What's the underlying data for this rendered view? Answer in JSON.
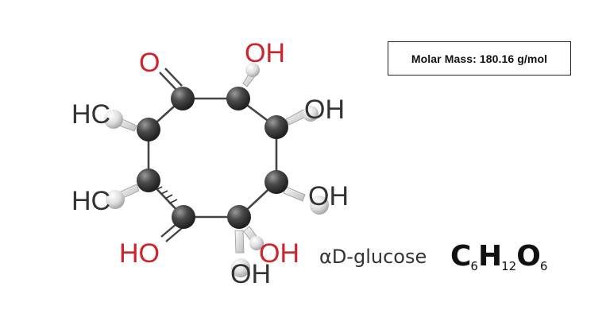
{
  "molecule": {
    "molar_mass_text": "Molar Mass: 180.16 g/mol",
    "name": "αD-glucose",
    "formula": {
      "atoms": [
        {
          "symbol": "C",
          "count": "6"
        },
        {
          "symbol": "H",
          "count": "12"
        },
        {
          "symbol": "O",
          "count": "6"
        }
      ]
    },
    "atom_labels": {
      "o_top": "O",
      "oh_top": "OH",
      "oh_right_upper": "OH",
      "oh_right_lower": "OH",
      "oh_bottom_right": "OH",
      "oh_bottom": "OH",
      "ho_bottom_left": "HO",
      "hc_upper": "HC",
      "hc_lower": "HC"
    },
    "colors": {
      "carbon": "#3a3a3a",
      "hydrogen": "#e6e6e6",
      "oxygen_label": "#d0242b",
      "hydrogen_label": "#333333",
      "bond": "#444444"
    }
  }
}
